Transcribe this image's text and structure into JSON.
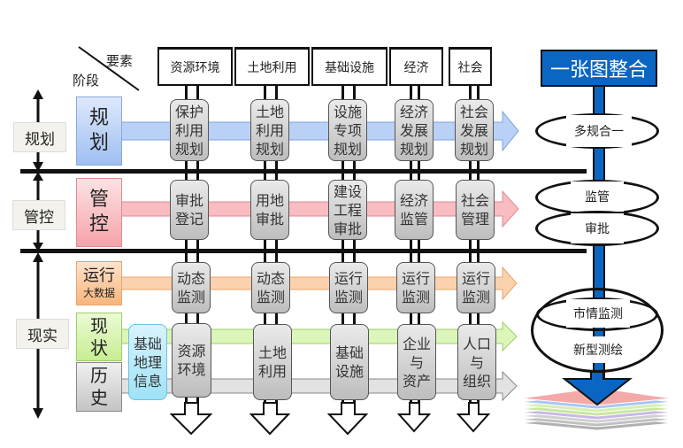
{
  "corner": {
    "top_label": "要素",
    "bottom_label": "阶段"
  },
  "columns": [
    {
      "label": "资源环境"
    },
    {
      "label": "土地利用"
    },
    {
      "label": "基础设施"
    },
    {
      "label": "经济"
    },
    {
      "label": "社会"
    }
  ],
  "stages": [
    {
      "label": "规划"
    },
    {
      "label": "管控"
    },
    {
      "label": "现实"
    }
  ],
  "rows": {
    "planning": {
      "head": [
        "规",
        "划"
      ],
      "color": "#a9c6f5",
      "cells": [
        [
          "保护",
          "利用",
          "规划"
        ],
        [
          "土地",
          "利用",
          "规划"
        ],
        [
          "设施",
          "专项",
          "规划"
        ],
        [
          "经济",
          "发展",
          "规划"
        ],
        [
          "社会",
          "发展",
          "规划"
        ]
      ]
    },
    "control": {
      "head": [
        "管",
        "控"
      ],
      "color": "#f7b0b6",
      "cells": [
        [
          "审批",
          "登记"
        ],
        [
          "用地",
          "审批"
        ],
        [
          "建设",
          "工程",
          "审批"
        ],
        [
          "经济",
          "监管"
        ],
        [
          "社会",
          "管理"
        ]
      ]
    },
    "operation": {
      "head": "运行",
      "sub": "大数据",
      "color": "#fbc99c",
      "cells": [
        [
          "动态",
          "监测"
        ],
        [
          "动态",
          "监测"
        ],
        [
          "运行",
          "监测"
        ],
        [
          "运行",
          "监测"
        ],
        [
          "运行",
          "监测"
        ]
      ]
    },
    "current": {
      "head": [
        "现",
        "状"
      ],
      "color": "#d4f2a8"
    },
    "history": {
      "head": [
        "历",
        "史"
      ],
      "color": "#d0d0d0"
    },
    "basic_geo": [
      "基础",
      "地理",
      "信息"
    ],
    "reality_cells": [
      [
        "资源",
        "环境"
      ],
      [
        "土地",
        "利用"
      ],
      [
        "基础",
        "设施"
      ],
      [
        "企业",
        "与",
        "资产"
      ],
      [
        "人口",
        "与",
        "组织"
      ]
    ]
  },
  "integration": {
    "title": "一张图整合",
    "color": "#0b66c3",
    "rings": [
      "多规合一",
      "监管",
      "审批",
      "市情监测",
      "新型测绘"
    ],
    "layer_colors": [
      "#f4a9a9",
      "#a9c6f5",
      "#c6e6a0",
      "#c9e6a0",
      "#c9b8e6",
      "#c8c8c8",
      "#b8b8b8"
    ]
  }
}
